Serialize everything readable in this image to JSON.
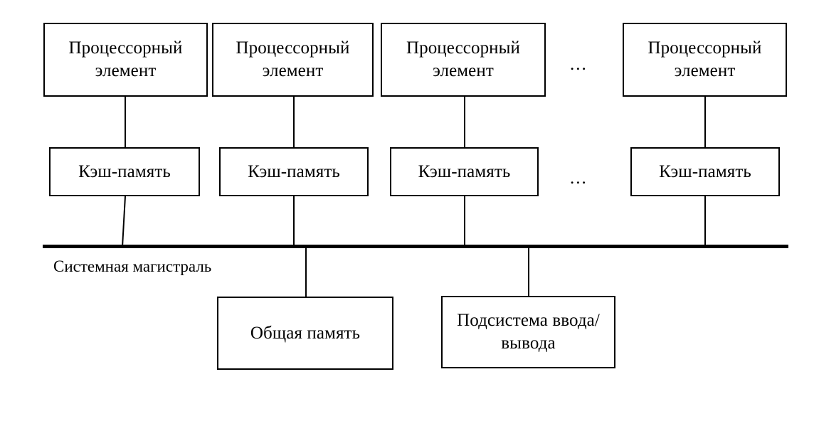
{
  "diagram": {
    "title_text": "Системная магистраль",
    "line_color": "#000000",
    "background_color": "#ffffff",
    "processing_elements": [
      {
        "label": "Процессорный элемент"
      },
      {
        "label": "Процессорный элемент"
      },
      {
        "label": "Процессорный элемент"
      },
      {
        "label": "Процессорный элемент"
      }
    ],
    "caches": [
      {
        "label": "Кэш-память"
      },
      {
        "label": "Кэш-память"
      },
      {
        "label": "Кэш-память"
      },
      {
        "label": "Кэш-память"
      }
    ],
    "ellipsis_top": "...",
    "ellipsis_cache": "...",
    "bus_label": "Системная магистраль",
    "bottom_nodes": [
      {
        "label": "Общая память"
      },
      {
        "label": "Подсистема ввода/вывода"
      }
    ]
  }
}
